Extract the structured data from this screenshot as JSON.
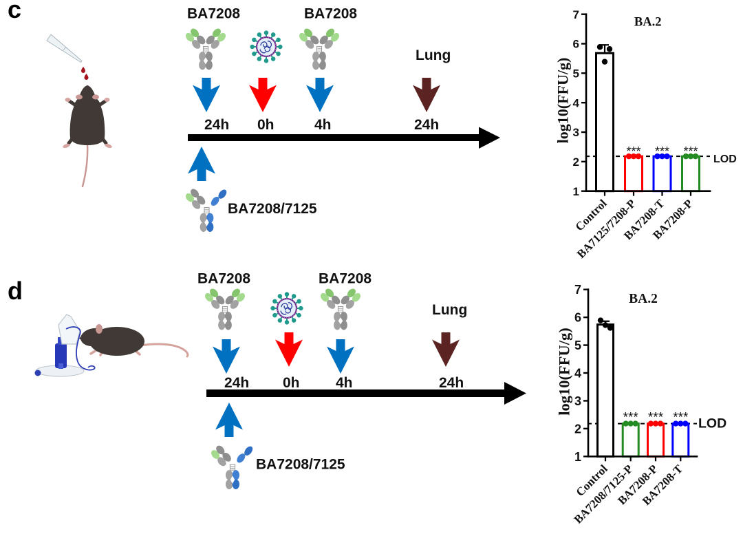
{
  "panels": [
    {
      "letter": "c",
      "route_icon": "mouse-intranasal-drop-icon",
      "timeline": {
        "events": [
          {
            "label": "BA7208",
            "icon": "antibody-icon",
            "arrow_color": "#0070c0",
            "time": "24h"
          },
          {
            "icon": "virus-icon",
            "arrow_color": "#ff0000",
            "time": "0h"
          },
          {
            "label": "BA7208",
            "icon": "antibody-icon",
            "arrow_color": "#0070c0",
            "time": "4h"
          },
          {
            "label": "Lung",
            "arrow_color": "#5b2322",
            "time": "24h"
          }
        ],
        "below": {
          "label": "BA7208/7125",
          "icon": "bispecific-antibody-icon",
          "arrow_color": "#0070c0"
        }
      }
    },
    {
      "letter": "d",
      "route_icon": "mouse-nebulizer-icon",
      "timeline": {
        "events": [
          {
            "label": "BA7208",
            "icon": "antibody-icon",
            "arrow_color": "#0070c0",
            "time": "24h"
          },
          {
            "icon": "virus-icon",
            "arrow_color": "#ff0000",
            "time": "0h"
          },
          {
            "label": "BA7208",
            "icon": "antibody-icon",
            "arrow_color": "#0070c0",
            "time": "4h"
          },
          {
            "label": "Lung",
            "arrow_color": "#5b2322",
            "time": "24h"
          }
        ],
        "below": {
          "label": "BA7208/7125",
          "icon": "bispecific-antibody-icon",
          "arrow_color": "#0070c0"
        }
      }
    }
  ],
  "chart_data": [
    {
      "type": "bar",
      "title": "BA.2",
      "ylabel": "log10(FFU/g)",
      "ylim": [
        1,
        7
      ],
      "yticks": [
        1,
        2,
        3,
        4,
        5,
        6,
        7
      ],
      "categories": [
        "Control",
        "BA7125/7208-P",
        "BA7208-T",
        "BA7208-P"
      ],
      "values": [
        5.68,
        2.18,
        2.18,
        2.18
      ],
      "error_upper": [
        0.28,
        0,
        0,
        0
      ],
      "points": [
        [
          5.89,
          5.39,
          5.82
        ],
        [
          2.18,
          2.18,
          2.18
        ],
        [
          2.18,
          2.18,
          2.18
        ],
        [
          2.18,
          2.18,
          2.18
        ]
      ],
      "colors": [
        "#000000",
        "#ff0000",
        "#0000ff",
        "#228b22"
      ],
      "significance": [
        null,
        "***",
        "***",
        "***"
      ],
      "reference_line": {
        "label": "LOD",
        "value": 2.18,
        "style": "dashed"
      },
      "grid": false,
      "legend": "none"
    },
    {
      "type": "bar",
      "title": "BA.2",
      "ylabel": "log10(FFU/g)",
      "ylim": [
        1,
        7
      ],
      "yticks": [
        1,
        2,
        3,
        4,
        5,
        6,
        7
      ],
      "categories": [
        "Control",
        "BA7208/7125-P",
        "BA7208-P",
        "BA7208-T"
      ],
      "values": [
        5.74,
        2.18,
        2.18,
        2.18
      ],
      "error_upper": [
        0.12,
        0,
        0,
        0
      ],
      "points": [
        [
          5.89,
          5.72,
          5.62
        ],
        [
          2.18,
          2.18,
          2.18
        ],
        [
          2.18,
          2.18,
          2.18
        ],
        [
          2.18,
          2.18,
          2.18
        ]
      ],
      "colors": [
        "#000000",
        "#228b22",
        "#ff0000",
        "#0000ff"
      ],
      "significance": [
        null,
        "***",
        "***",
        "***"
      ],
      "reference_line": {
        "label": "LOD",
        "value": 2.18,
        "style": "dashed"
      },
      "grid": false,
      "legend": "none"
    }
  ]
}
